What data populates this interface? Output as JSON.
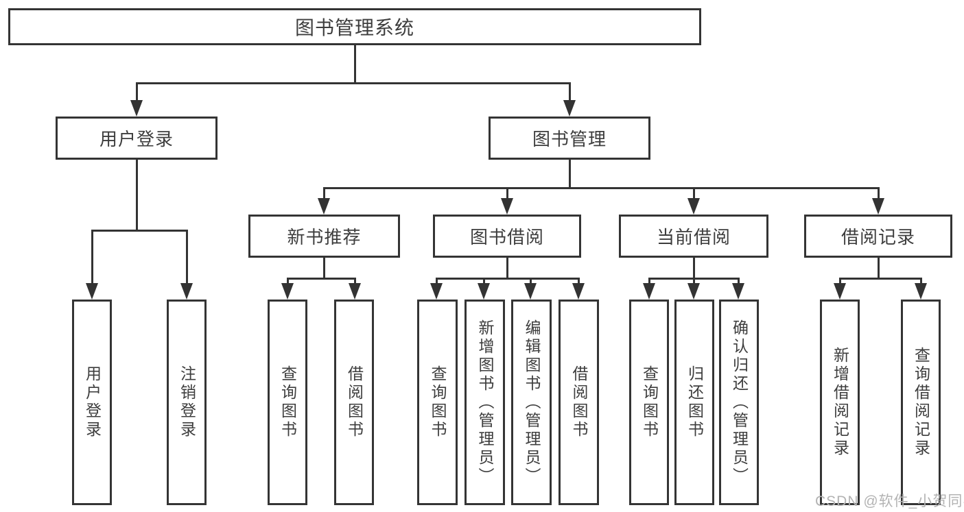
{
  "diagram_title": "图书管理系统",
  "nodes": {
    "root": "图书管理系统",
    "user_login": "用户登录",
    "book_mgmt": "图书管理",
    "new_book_rec": "新书推荐",
    "book_borrow": "图书借阅",
    "current_borrow": "当前借阅",
    "borrow_record": "借阅记录",
    "leaf_user_login": "用户登录",
    "leaf_logout": "注销登录",
    "leaf_query_book_1": "查询图书",
    "leaf_borrow_book_1": "借阅图书",
    "leaf_query_book_2": "查询图书",
    "leaf_add_book": "新增图书（管理员）",
    "leaf_edit_book": "编辑图书（管理员）",
    "leaf_borrow_book_2": "借阅图书",
    "leaf_query_book_3": "查询图书",
    "leaf_return_book": "归还图书",
    "leaf_confirm_return": "确认归还（管理员）",
    "leaf_add_record": "新增借阅记录",
    "leaf_query_record": "查询借阅记录"
  },
  "hierarchy": {
    "root": "图书管理系统",
    "children": [
      {
        "label": "用户登录",
        "children": [
          "用户登录",
          "注销登录"
        ]
      },
      {
        "label": "图书管理",
        "children_groups": [
          {
            "label": "新书推荐",
            "children": [
              "查询图书",
              "借阅图书"
            ]
          },
          {
            "label": "图书借阅",
            "children": [
              "查询图书",
              "新增图书（管理员）",
              "编辑图书（管理员）",
              "借阅图书"
            ]
          },
          {
            "label": "当前借阅",
            "children": [
              "查询图书",
              "归还图书",
              "确认归还（管理员）"
            ]
          },
          {
            "label": "借阅记录",
            "children": [
              "新增借阅记录",
              "查询借阅记录"
            ]
          }
        ]
      }
    ]
  },
  "watermark": "CSDN @软件_小贺同学",
  "colors": {
    "line": "#333333",
    "box_border": "#343434",
    "text": "#3d3d3d",
    "watermark": "#b3b3b3",
    "background": "#ffffff"
  }
}
